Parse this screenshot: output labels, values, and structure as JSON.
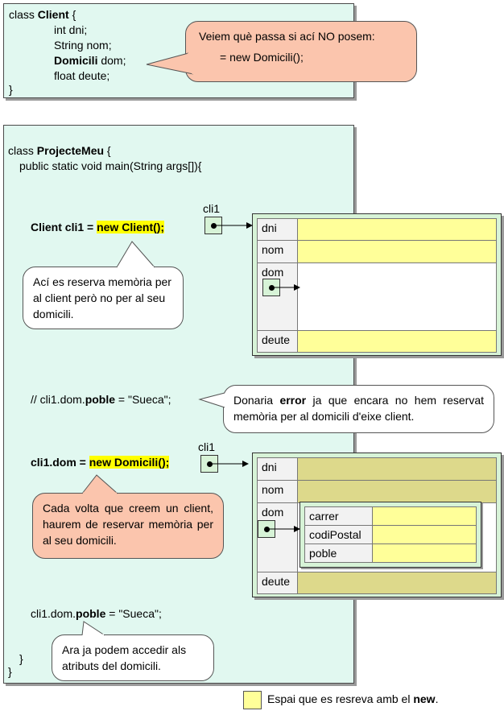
{
  "client_class": {
    "line1_prefix": "class ",
    "line1_name": "Client",
    "line1_suffix": " {",
    "field_dni": "int dni;",
    "field_nom": "String nom;",
    "field_dom_type": "Domicili",
    "field_dom_name": " dom;",
    "field_deute": "float deute;",
    "close": "}"
  },
  "callout_top": {
    "line1": "Veiem què passa si ací NO posem:",
    "line2": "= new Domicili();"
  },
  "main_class": {
    "line1_prefix": "class ",
    "line1_name": "ProjecteMeu",
    "line1_suffix": " {",
    "line2": "public static void main(String args[]){",
    "stmt1_plain": "Client cli1 = ",
    "stmt1_new": "new Client();",
    "comment_prefix": "// cli1.dom.",
    "comment_bold": "poble",
    "comment_suffix": " = \"Sueca\";",
    "stmt2_plain": "cli1.dom = ",
    "stmt2_new": "new Domicili();",
    "stmt3_prefix": "cli1.dom.",
    "stmt3_bold": "poble",
    "stmt3_suffix": " = \"Sueca\";",
    "close_inner": "}",
    "close_outer": "}"
  },
  "callout_reserve": {
    "text": "Ací es reserva memòria per al client però no per al seu domicili."
  },
  "callout_error": {
    "prefix": "Donaria ",
    "bold": "error",
    "suffix": " ja que encara no hem reservat memòria per al domicili d'eixe client."
  },
  "callout_each": {
    "text": "Cada volta que creem un client, haurem de reservar memòria per al seu domicili."
  },
  "callout_access": {
    "text": "Ara ja podem accedir als atributs del domicili."
  },
  "diagram1": {
    "var_label": "cli1",
    "fields": [
      "dni",
      "nom",
      "dom",
      "deute"
    ]
  },
  "diagram2": {
    "var_label": "cli1",
    "fields": [
      "dni",
      "nom",
      "dom",
      "deute"
    ],
    "sub_fields": [
      "carrer",
      "codiPostal",
      "poble"
    ]
  },
  "legend": {
    "prefix": "Espai que es resreva amb el ",
    "bold": "new",
    "suffix": "."
  },
  "colors": {
    "panel_bg": "#e1f8f0",
    "reserved_space": "#ffff99",
    "filled_space": "#ddd98b",
    "pointer_box": "#d7f3d7",
    "peach_callout": "#fbc5ad",
    "highlight": "#ffff00"
  }
}
